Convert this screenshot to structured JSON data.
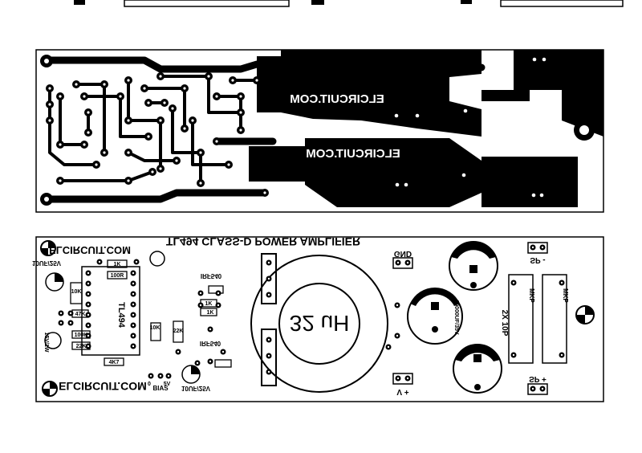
{
  "copper_layer": {
    "watermark_1": "ELCIRCUIT.COM",
    "watermark_2": "ELCIRCUIT.COM"
  },
  "silkscreen_layer": {
    "title": "TL494 CLASS-D POWER AMPLIFIER",
    "brand_top": "ELCIRCUIT.COM",
    "brand_bottom": "ELCIRCUIT.COM",
    "inductor_value": "32 uH",
    "ic_label": "TL494",
    "cap_input": "10UF/25V",
    "cap_bias": "10UF/25V",
    "bias_label": "BIAS",
    "zener": "15V/1W",
    "gnd_label": "GND",
    "vplus_label": "V +",
    "sp_minus_label": "SP -",
    "sp_plus_label": "SP +",
    "filter_cap_label": "10000UF/35V",
    "diode_pair_label": "2X 10P",
    "mkp_label_1": "MKP",
    "mkp_label_2": "MKP",
    "tr_label_1": "IRF540",
    "tr_label_2": "IRF540",
    "r_labels": [
      "1K",
      "100R",
      "10K",
      "47K",
      "100K",
      "22K",
      "4K7",
      "1K"
    ],
    "small_labels": [
      "0",
      "5V",
      "22K",
      "1K",
      "10K"
    ]
  },
  "colors": {
    "ink": "#000000",
    "paper": "#ffffff"
  }
}
